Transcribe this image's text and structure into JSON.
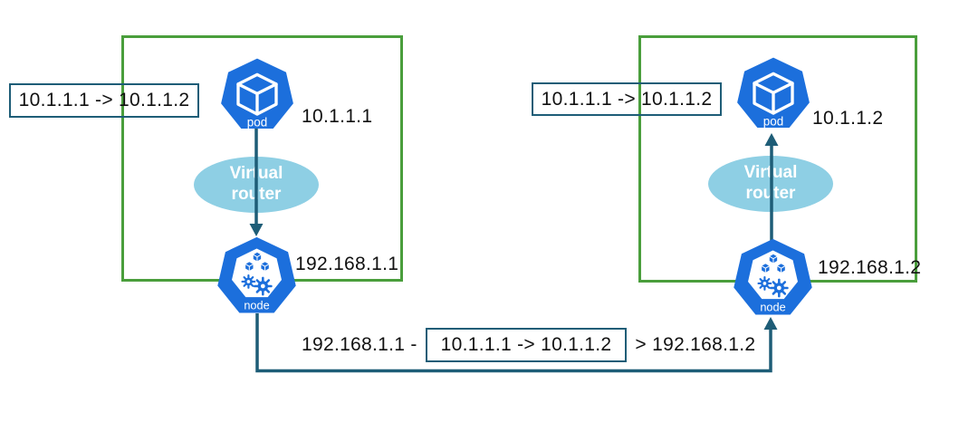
{
  "colors": {
    "cluster_border_green": "#4a9e3c",
    "connector_teal": "#1e5d77",
    "kubernetes_blue": "#1c6fdc",
    "router_fill_blue": "#8ecfe4",
    "text_black": "#111111",
    "icon_glyph_white": "#ffffff"
  },
  "left_cluster": {
    "packet_label": "10.1.1.1 -> 10.1.1.2",
    "pod": {
      "label": "pod",
      "ip": "10.1.1.1"
    },
    "router": {
      "label": "Virtual router"
    },
    "node": {
      "label": "node",
      "ip": "192.168.1.1"
    }
  },
  "right_cluster": {
    "packet_label": "10.1.1.1 -> 10.1.1.2",
    "pod": {
      "label": "pod",
      "ip": "10.1.1.2"
    },
    "router": {
      "label": "Virtual router"
    },
    "node": {
      "label": "node",
      "ip": "192.168.1.2"
    }
  },
  "tunnel_flow": {
    "prefix": "192.168.1.1 -",
    "inner_packet": "10.1.1.1 -> 10.1.1.2",
    "suffix": "> 192.168.1.2"
  }
}
